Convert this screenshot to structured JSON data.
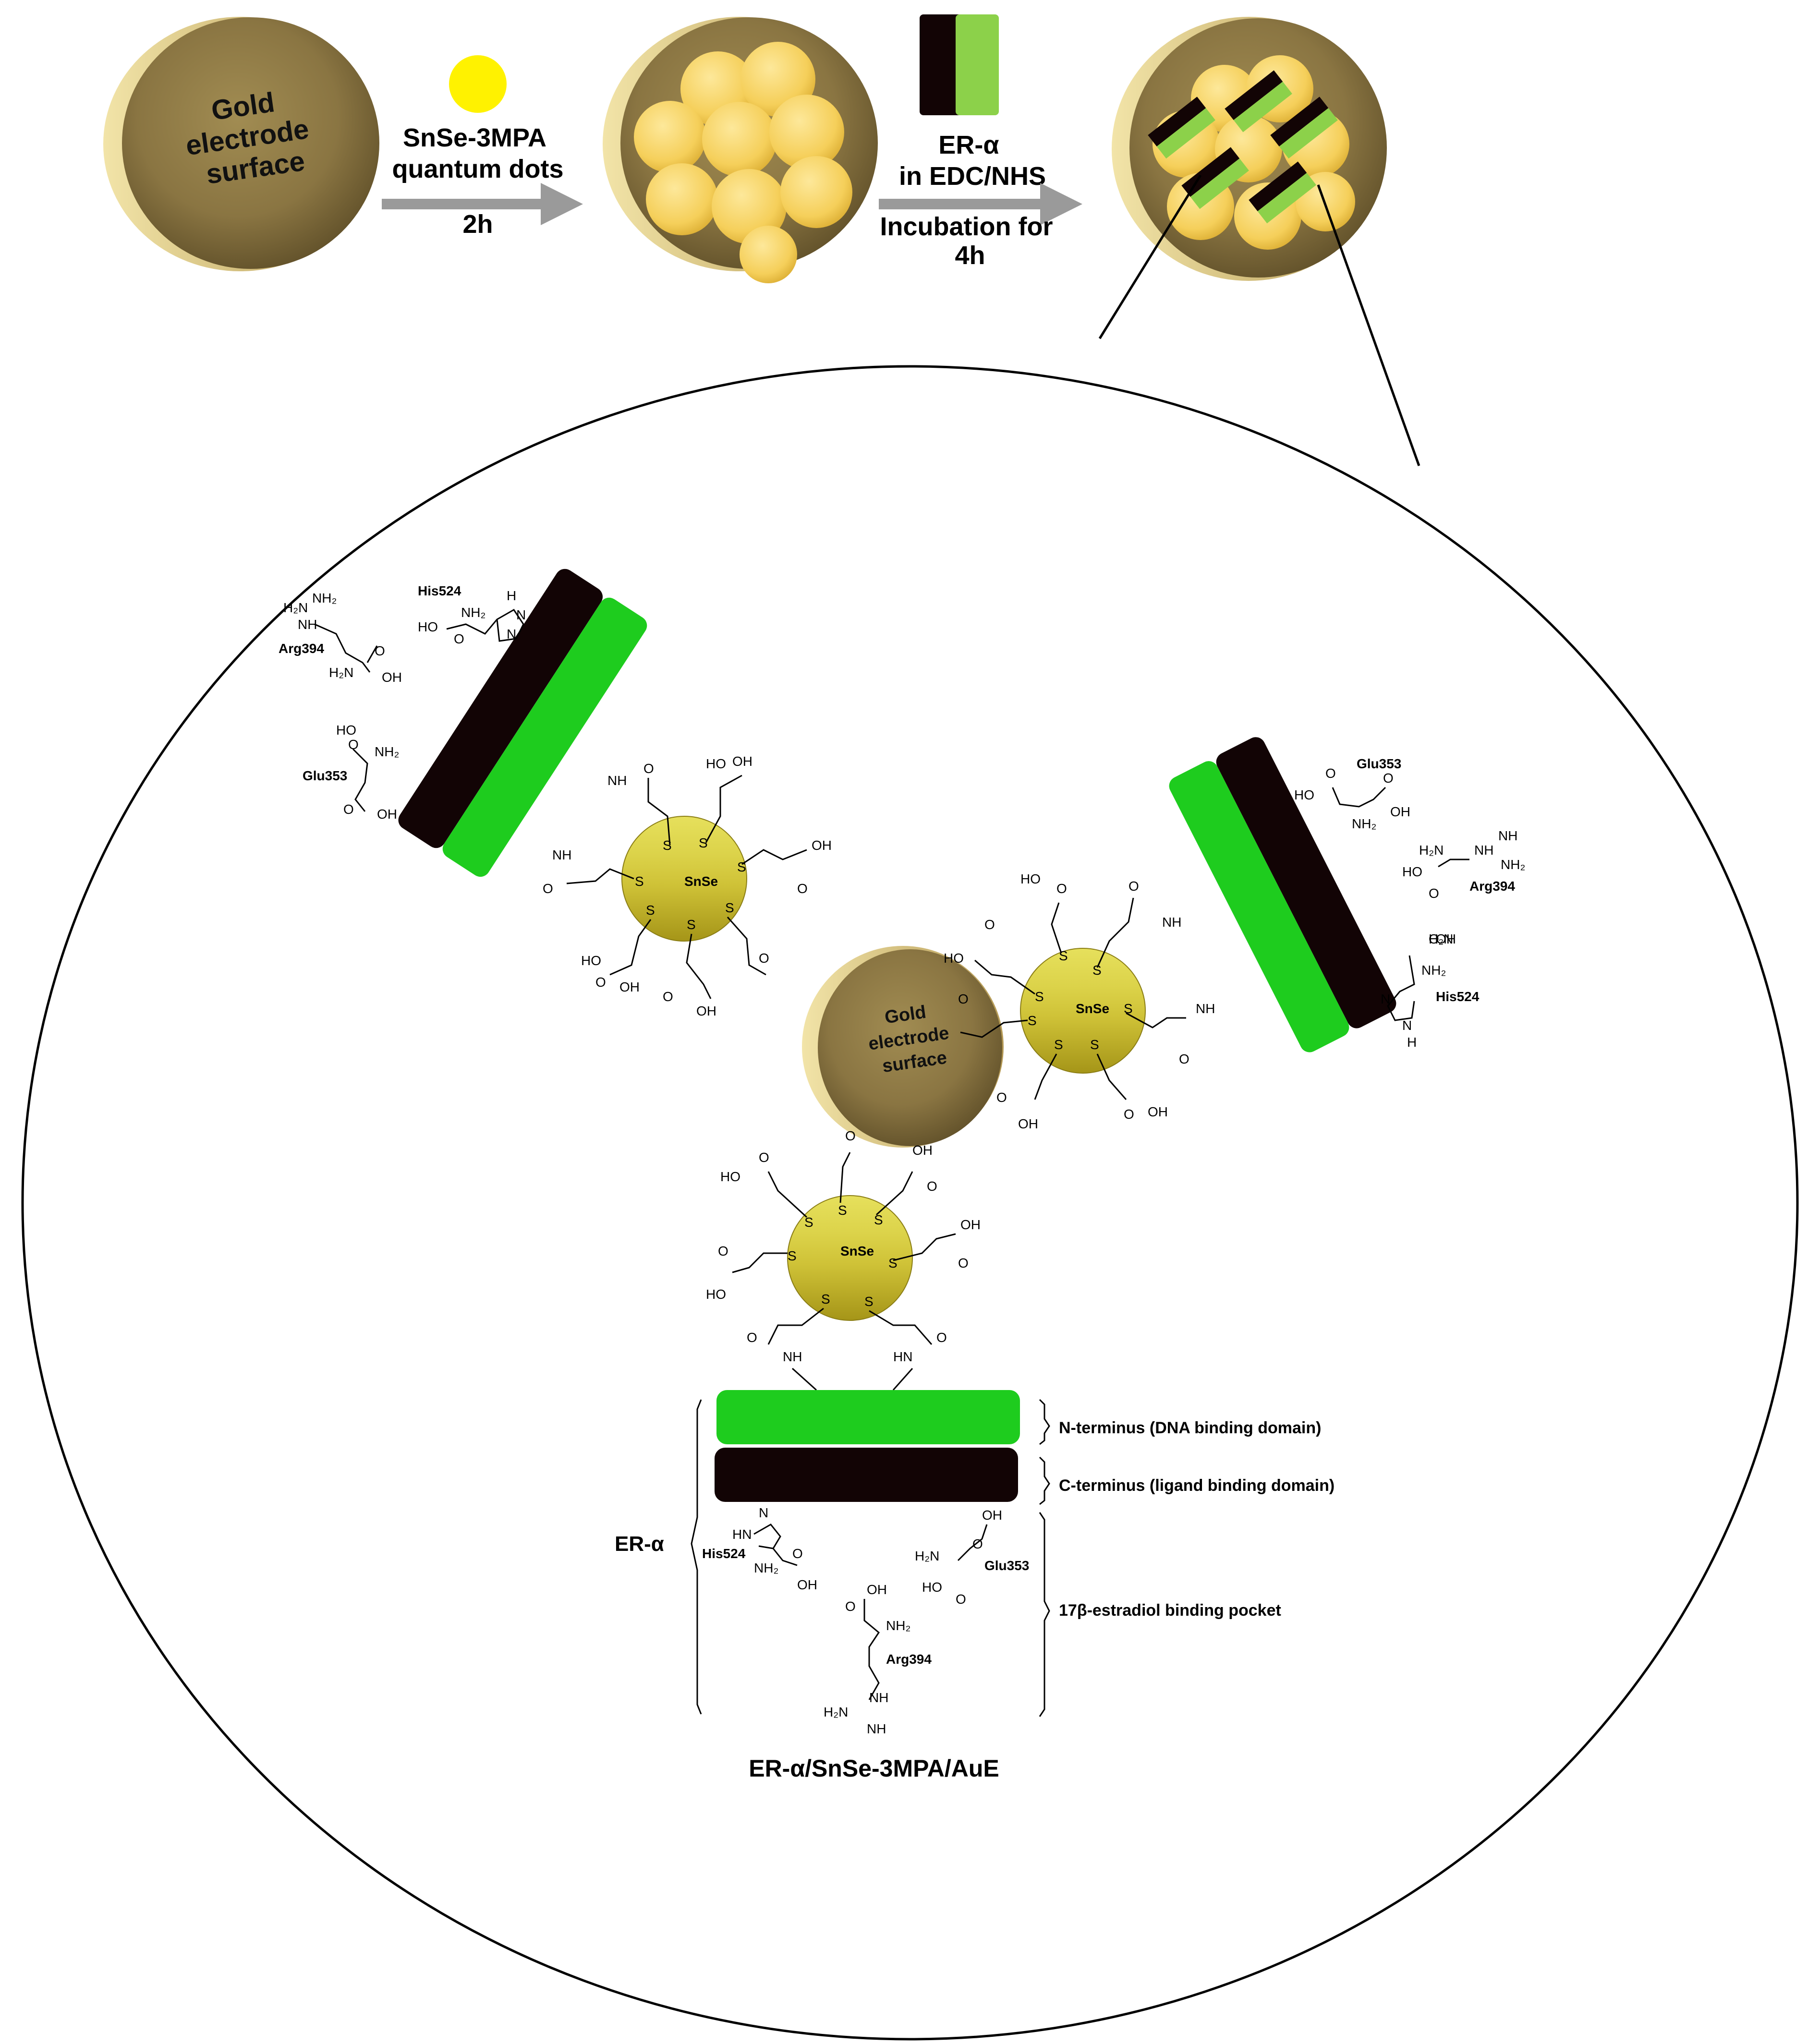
{
  "top_row": {
    "disk1_lines": [
      "Gold",
      "electrode",
      "surface"
    ],
    "step1_reagent": [
      "SnSe-3MPA",
      "quantum dots"
    ],
    "step1_time": "2h",
    "step2_reagent": [
      "ER-α",
      "in EDC/NHS"
    ],
    "step2_time": [
      "Incubation for",
      "4h"
    ]
  },
  "center_disk_lines": [
    "Gold",
    "electrode",
    "surface"
  ],
  "qd_core_label": "SnSe",
  "thiol_label": "S",
  "chem": {
    "nh": "NH",
    "oh": "OH",
    "ho": "HO",
    "o": "O",
    "nh2": "NH₂",
    "h2n": "H₂N",
    "h": "H",
    "hn": "HN",
    "n": "N"
  },
  "residues": {
    "arg": "Arg394",
    "his": "His524",
    "glu": "Glu353"
  },
  "legend": {
    "n_terminus": "N-terminus (DNA binding domain)",
    "c_terminus": "C-terminus (ligand binding domain)",
    "pocket": "17β-estradiol binding pocket",
    "protein": "ER-α"
  },
  "footer_label": "ER-α/SnSe-3MPA/AuE",
  "colors": {
    "gold_disk": "#8a7540",
    "quantum_dot": "#f6d65a",
    "qd_small": "#fff200",
    "n_domain": "#1ecc1e",
    "c_domain": "#120405",
    "arrow": "#9a9a9a"
  }
}
